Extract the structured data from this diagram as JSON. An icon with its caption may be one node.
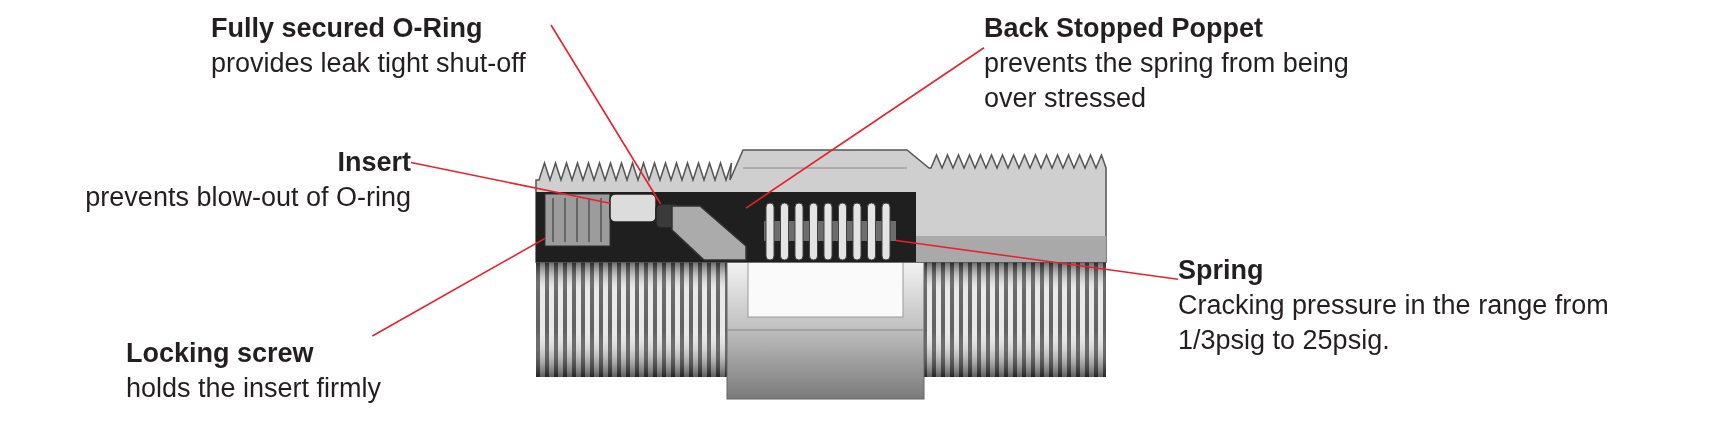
{
  "diagram": {
    "nodes": [
      {
        "text": [
          "Fully secured O-Ring",
          "provides leak tight shut-off"
        ]
      },
      {
        "text": [
          "Back Stopped Poppet",
          "prevents the spring from being over stressed"
        ]
      },
      {
        "text": [
          "Insert",
          "prevents blow-out of O-ring"
        ]
      },
      {
        "text": [
          "Spring",
          "Cracking pressure in the range from 1/3psig to 25psig."
        ]
      },
      {
        "text": [
          "Locking screw",
          "holds the insert firmly"
        ]
      },
      {
        "text": [],
        "shape": "picture"
      },
      {
        "text": [],
        "shape": "box"
      },
      {
        "text": [],
        "shape": "box"
      },
      {
        "text": [],
        "shape": "picture"
      },
      {
        "text": [],
        "shape": "picture"
      }
    ],
    "edges": [
      {
        "from": 0,
        "to": 7,
        "arrow": "none"
      },
      {
        "from": 1,
        "to": 8,
        "arrow": "none"
      },
      {
        "from": 2,
        "to": 6,
        "arrow": "none"
      },
      {
        "from": 3,
        "to": 9,
        "arrow": "none"
      },
      {
        "from": 4,
        "to": 5,
        "arrow": "none"
      }
    ]
  }
}
